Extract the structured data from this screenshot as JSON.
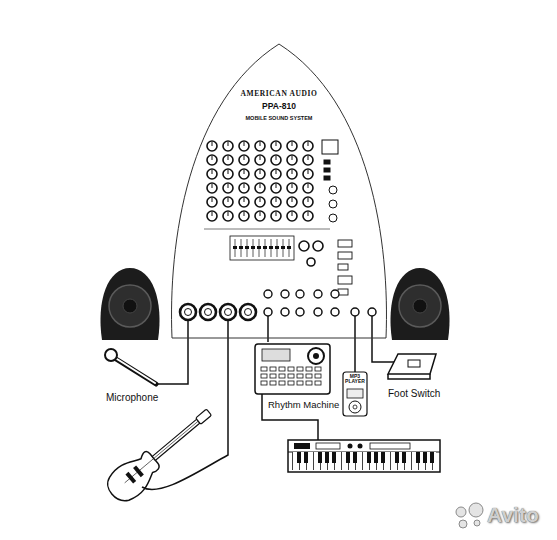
{
  "diagram": {
    "nodes": [
      {
        "text": [
          "AMERICAN AUDIO",
          "PPA-810",
          "MOBILE SOUND SYSTEM"
        ]
      },
      {
        "text": [
          "Microphone"
        ]
      },
      {
        "text": [
          "Rhythm Machine"
        ]
      },
      {
        "text": [
          "MP3 PLAYER"
        ]
      },
      {
        "text": [
          "Foot Switch"
        ]
      }
    ],
    "edges": [
      {
        "from": 1,
        "to": 0,
        "arrow": "none"
      },
      {
        "from": 2,
        "to": 0,
        "arrow": "none"
      },
      {
        "from": 3,
        "to": 0,
        "arrow": "none"
      },
      {
        "from": 4,
        "to": 0,
        "arrow": "none"
      }
    ],
    "labels": [
      "Avito"
    ]
  }
}
